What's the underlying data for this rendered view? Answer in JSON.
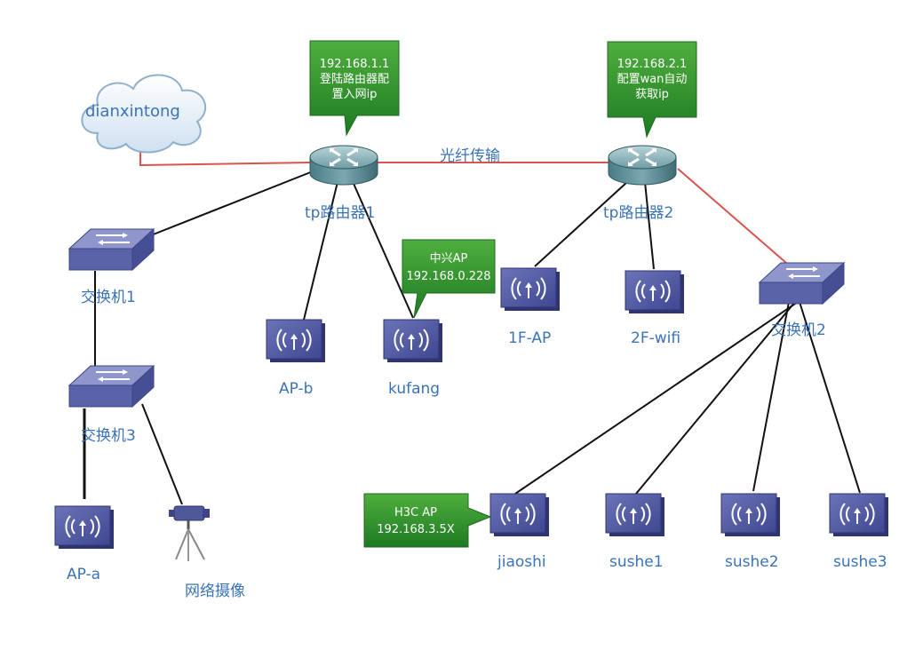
{
  "cloud": {
    "label": "dianxintong"
  },
  "link_label": "光纤传输",
  "routers": [
    {
      "label": "tp路由器1"
    },
    {
      "label": "tp路由器2"
    }
  ],
  "switches": [
    {
      "label": "交换机1"
    },
    {
      "label": "交换机3"
    },
    {
      "label": "交换机2"
    }
  ],
  "access_points": [
    {
      "label": "AP-b"
    },
    {
      "label": "kufang"
    },
    {
      "label": "1F-AP"
    },
    {
      "label": "2F-wifi"
    },
    {
      "label": "AP-a"
    },
    {
      "label": "jiaoshi"
    },
    {
      "label": "sushe1"
    },
    {
      "label": "sushe2"
    },
    {
      "label": "sushe3"
    }
  ],
  "camera": {
    "label": "网络摄像"
  },
  "callouts": [
    {
      "lines": [
        "192.168.1.1",
        "登陆路由器配",
        "置入网ip"
      ]
    },
    {
      "lines": [
        "192.168.2.1",
        "配置wan自动",
        "获取ip"
      ]
    },
    {
      "lines": [
        "中兴AP",
        "192.168.0.228"
      ]
    },
    {
      "lines": [
        "H3C AP",
        "192.168.3.5X"
      ]
    }
  ],
  "colors": {
    "red_link": "#d9534f",
    "black_link": "#111111",
    "label_blue": "#3a73b8",
    "callout_green": "#2e8b2e",
    "device_blue": "#5a64a8"
  }
}
